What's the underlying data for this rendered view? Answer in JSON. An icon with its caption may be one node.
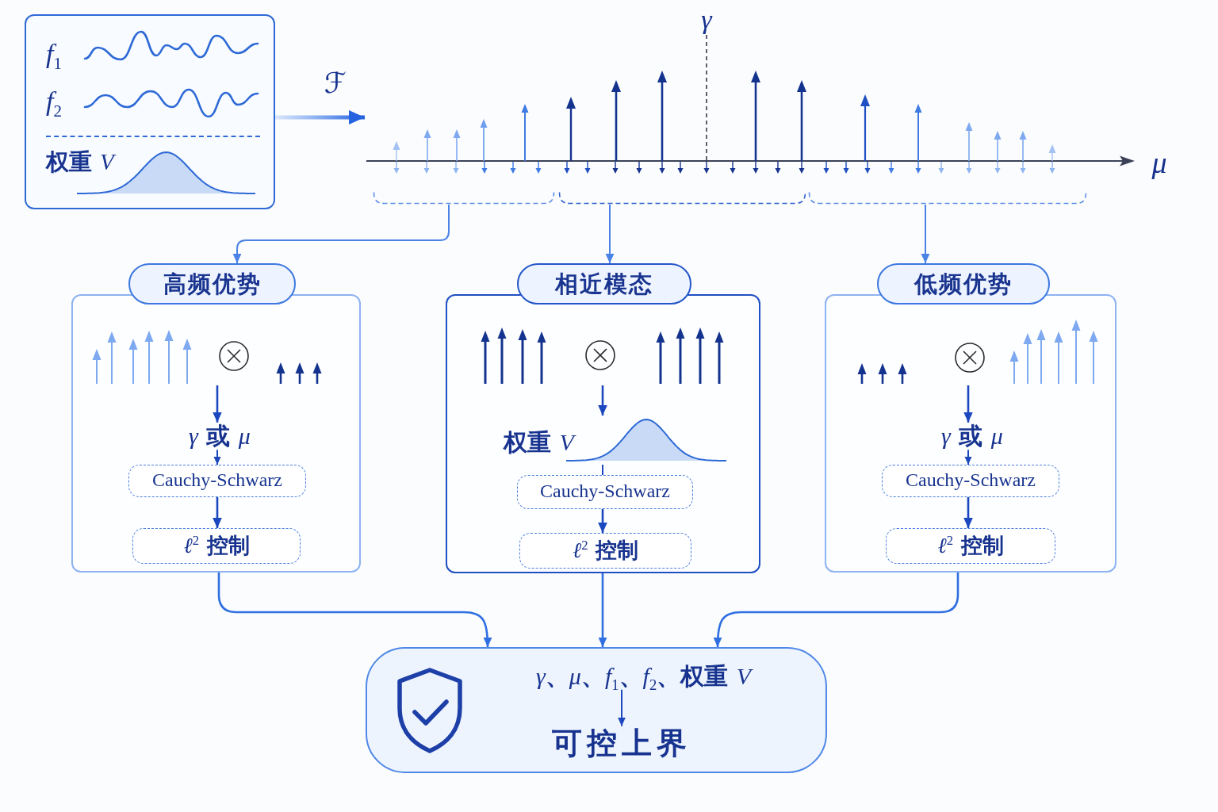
{
  "diagram": {
    "nodes": [
      {
        "text": [
          "*f*$_{1}$",
          "*f*$_{2}$",
          "权重 *V*"
        ]
      },
      {
        "text": [],
        "shape": "picture",
        "beside": [
          "γ",
          "μ"
        ]
      },
      {
        "text": [],
        "shape": "bracket"
      },
      {
        "text": [],
        "shape": "bracket"
      },
      {
        "text": [],
        "shape": "bracket"
      },
      {
        "text": [
          "高频优势"
        ]
      },
      {
        "text": [],
        "shape": "box"
      },
      {
        "text": [],
        "shape": "picture",
        "in": 6
      },
      {
        "text": [
          "*γ* 或 *μ*"
        ],
        "in": 6
      },
      {
        "text": [
          "Cauchy-Schwarz"
        ],
        "in": 6
      },
      {
        "text": [
          "*ℓ*$^{2}$ 控制"
        ],
        "in": 6
      },
      {
        "text": [
          "相近模态"
        ]
      },
      {
        "text": [],
        "shape": "box"
      },
      {
        "text": [],
        "shape": "picture",
        "in": 12
      },
      {
        "text": [
          "权重 *V*"
        ],
        "in": 12
      },
      {
        "text": [
          "Cauchy-Schwarz"
        ],
        "in": 12
      },
      {
        "text": [
          "*ℓ*$^{2}$ 控制"
        ],
        "in": 12
      },
      {
        "text": [
          "低频优势"
        ]
      },
      {
        "text": [],
        "shape": "box"
      },
      {
        "text": [],
        "shape": "picture",
        "in": 18
      },
      {
        "text": [
          "*γ* 或 *μ*"
        ],
        "in": 18
      },
      {
        "text": [
          "Cauchy-Schwarz"
        ],
        "in": 18
      },
      {
        "text": [
          "*ℓ*$^{2}$ 控制"
        ],
        "in": 18
      },
      {
        "text": [],
        "shape": "box"
      },
      {
        "text": [
          "*γ*、*μ*、*f*$_{1}$、*f*$_{2}$、权重 *V*"
        ],
        "in": 23
      },
      {
        "text": [
          "可控上界"
        ],
        "in": 23
      }
    ],
    "edges": [
      {
        "from": 0,
        "to": 1,
        "arrow": "to",
        "label": "ℱ",
        "style": "thick",
        "color": "#2563e0"
      },
      {
        "from": 2,
        "to": 5,
        "arrow": "to",
        "color": "#4a82e6"
      },
      {
        "from": 3,
        "to": 11,
        "arrow": "to",
        "color": "#4a82e6"
      },
      {
        "from": 4,
        "to": 17,
        "arrow": "to",
        "color": "#4a82e6"
      },
      {
        "from": 7,
        "to": 8,
        "arrow": "to"
      },
      {
        "from": 8,
        "to": 9,
        "arrow": "to"
      },
      {
        "from": 9,
        "to": 10,
        "arrow": "to"
      },
      {
        "from": 13,
        "to": 14,
        "arrow": "to"
      },
      {
        "from": 14,
        "to": 15,
        "arrow": "none"
      },
      {
        "from": 15,
        "to": 16,
        "arrow": "to"
      },
      {
        "from": 19,
        "to": 20,
        "arrow": "to"
      },
      {
        "from": 20,
        "to": 21,
        "arrow": "to"
      },
      {
        "from": 21,
        "to": 22,
        "arrow": "to"
      },
      {
        "from": 6,
        "to": 23,
        "arrow": "to",
        "color": "#2f6fe0"
      },
      {
        "from": 12,
        "to": 23,
        "arrow": "to",
        "color": "#2f6fe0"
      },
      {
        "from": 18,
        "to": 23,
        "arrow": "to",
        "color": "#2f6fe0"
      },
      {
        "from": 24,
        "to": 25,
        "arrow": "to"
      }
    ]
  }
}
